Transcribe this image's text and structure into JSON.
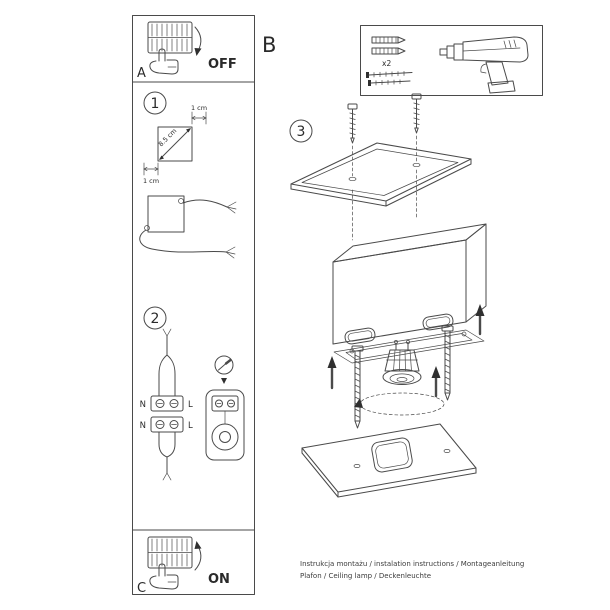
{
  "page": {
    "background": "#ffffff",
    "line_color": "#4a4a4a"
  },
  "sections": {
    "a": {
      "label": "A",
      "switch_state": "OFF"
    },
    "b": {
      "label": "B",
      "dowel_qty": "x2"
    },
    "c": {
      "label": "C",
      "switch_state": "ON"
    }
  },
  "steps": {
    "s1": "1",
    "s2": "2",
    "s3": "3"
  },
  "step1": {
    "diagonal_dim": "8.5 cm",
    "top_dim": "1 cm",
    "bottom_dim": "1 cm"
  },
  "step2": {
    "terminals": {
      "n1": "N",
      "l1": "L",
      "n2": "N",
      "l2": "L"
    }
  },
  "footer": {
    "line1": "Instrukcja montażu / instalation instructions / Montageanleitung",
    "line2": "Plafon / Ceiling lamp / Deckenleuchte"
  },
  "icons": [
    "light-switch-icon",
    "hand-icon",
    "curved-arrow-icon",
    "wall-plug-icon",
    "screw-icon",
    "drill-icon",
    "screwdriver-icon",
    "bulb-gu10-icon",
    "assembly-arrow-icon"
  ]
}
